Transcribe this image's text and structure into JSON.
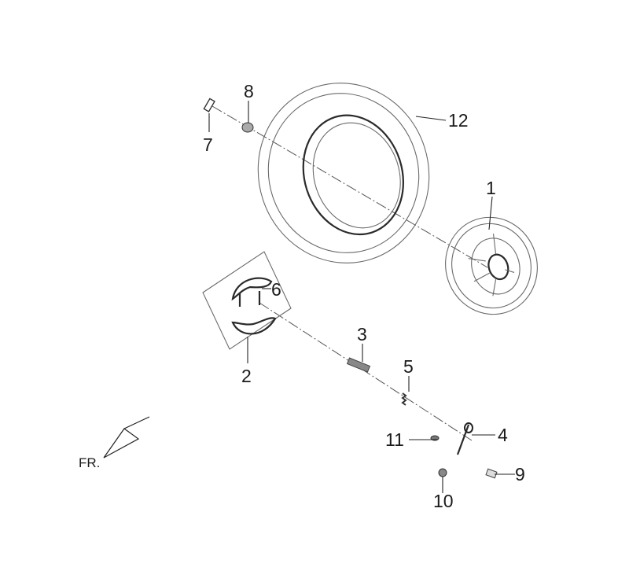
{
  "diagram": {
    "callouts": {
      "c1": "1",
      "c2": "2",
      "c3": "3",
      "c4": "4",
      "c5": "5",
      "c6": "6",
      "c7": "7",
      "c8": "8",
      "c9": "9",
      "c10": "10",
      "c11": "11",
      "c12": "12"
    },
    "front_indicator": "FR."
  }
}
